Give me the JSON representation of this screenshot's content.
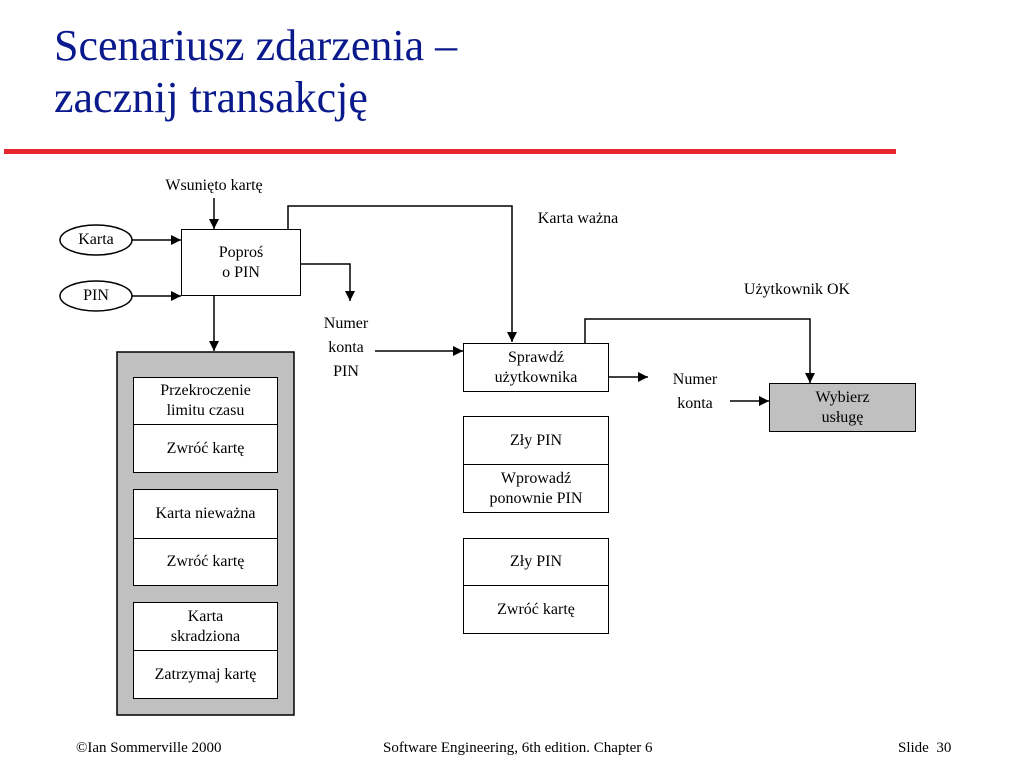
{
  "slide": {
    "title_line1": "Scenariusz zdarzenia –",
    "title_line2": "zacznij transakcję",
    "accent_color": "#e8262e",
    "title_color": "#0a1a8c"
  },
  "diagram": {
    "label_wsunieto": "Wsunięto kartę",
    "input_karta": "Karta",
    "input_pin": "PIN",
    "state_popros": "Poproś\no PIN",
    "label_karta_wazna": "Karta ważna",
    "label_numer_konta_pin": "Numer\nkonta\nPIN",
    "state_sprawdz": "Sprawdź\nużytkownika",
    "label_uzytkownik_ok": "Użytkownik OK",
    "label_numer_konta": "Numer\nkonta",
    "state_wybierz": "Wybierz\nusługę",
    "exceptions_left": [
      {
        "condition": "Przekroczenie\nlimitu czasu",
        "action": "Zwróć kartę"
      },
      {
        "condition": "Karta nieważna",
        "action": "Zwróć kartę"
      },
      {
        "condition": "Karta\nskradziona",
        "action": "Zatrzymaj kartę"
      }
    ],
    "exceptions_right": [
      {
        "condition": "Zły PIN",
        "action": "Wprowadź\nponownie PIN"
      },
      {
        "condition": "Zły PIN",
        "action": "Zwróć kartę"
      }
    ]
  },
  "footer": {
    "copyright": "©Ian Sommerville 2000",
    "book": "Software Engineering, 6th edition. Chapter 6",
    "slide_label": "Slide  30"
  }
}
